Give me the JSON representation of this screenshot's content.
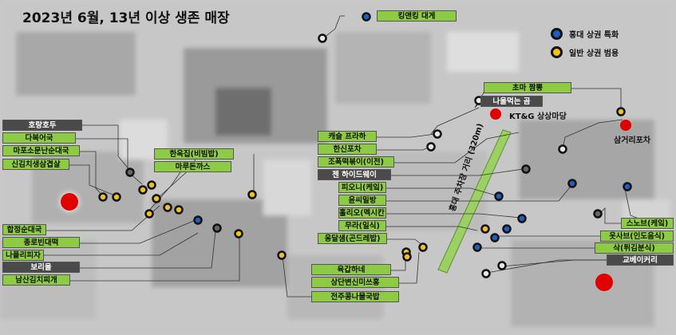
{
  "title": "2023년 6월, 13년 이상 생존 매장",
  "legend": {
    "hongdae": {
      "label": "홍대 상권 특화",
      "color": "#1f5fbf"
    },
    "general": {
      "label": "일반 상권 범용",
      "color": "#f2c21b"
    }
  },
  "landmarks": {
    "ktng": "KT&G 상상마당",
    "samgeori": "삼거리포차",
    "street": "홍대 주차장 거리 (320m)"
  },
  "stores": {
    "kingking": "킹앤킹 대게",
    "horang": "호랑호두",
    "dabok": "다복어국",
    "mapo": "마포소문난순대국",
    "singil": "신김치생삼겹살",
    "hanok": "한옥집(비빔밥)",
    "maru": "마루돈까스",
    "hapjeong": "합정순대국",
    "jongno": "종로빈대떡",
    "napoli": "나폴리피자",
    "borium": "보리울",
    "namsan": "남산김치찌개",
    "choma": "초마 짬뽕",
    "naulmeok": "나울먹는 곰",
    "catchup": "캐슬 프라하",
    "hansin": "한신포차",
    "jojok": "조폭떡볶이(이전)",
    "zen": "젠 하이드웨이",
    "pio": "피오니(케잌)",
    "yunsi": "윤씨밀방",
    "holio": "홀리오(멕시칸)",
    "muran": "무라(일식)",
    "ongdal": "옹달샘(곤드레밥)",
    "yukgap": "육갑하네",
    "sangdan": "상단변신미쓰홍",
    "jeonju": "전주콩나물국밥",
    "snob": "스노브(케잌)",
    "otsabut": "옷사브(인도음식)",
    "sak": "삭(튀김분식)",
    "gyobe": "교베이커리"
  }
}
